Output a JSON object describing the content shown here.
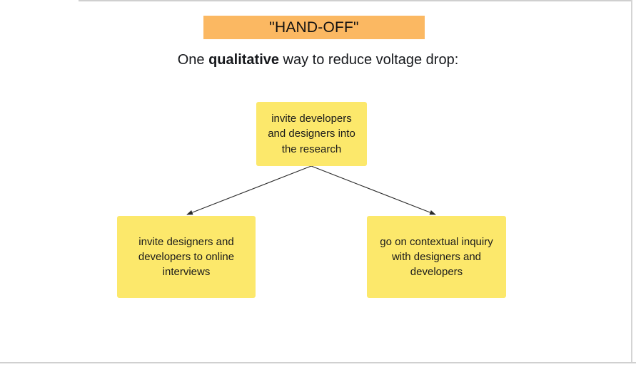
{
  "slide": {
    "banner_label": "\"HAND-OFF\"",
    "banner_color": "#fbb862",
    "subtitle_prefix": "One ",
    "subtitle_emphasis": "qualitative",
    "subtitle_suffix": " way to reduce voltage drop:",
    "node_color": "#fce86b",
    "connector_color": "#2b2b2b"
  },
  "diagram": {
    "type": "tree",
    "root": {
      "label": "invite developers and designers into the research"
    },
    "children": [
      {
        "label": "invite designers and developers to online interviews"
      },
      {
        "label": "go on contextual inquiry with designers and developers"
      }
    ]
  }
}
